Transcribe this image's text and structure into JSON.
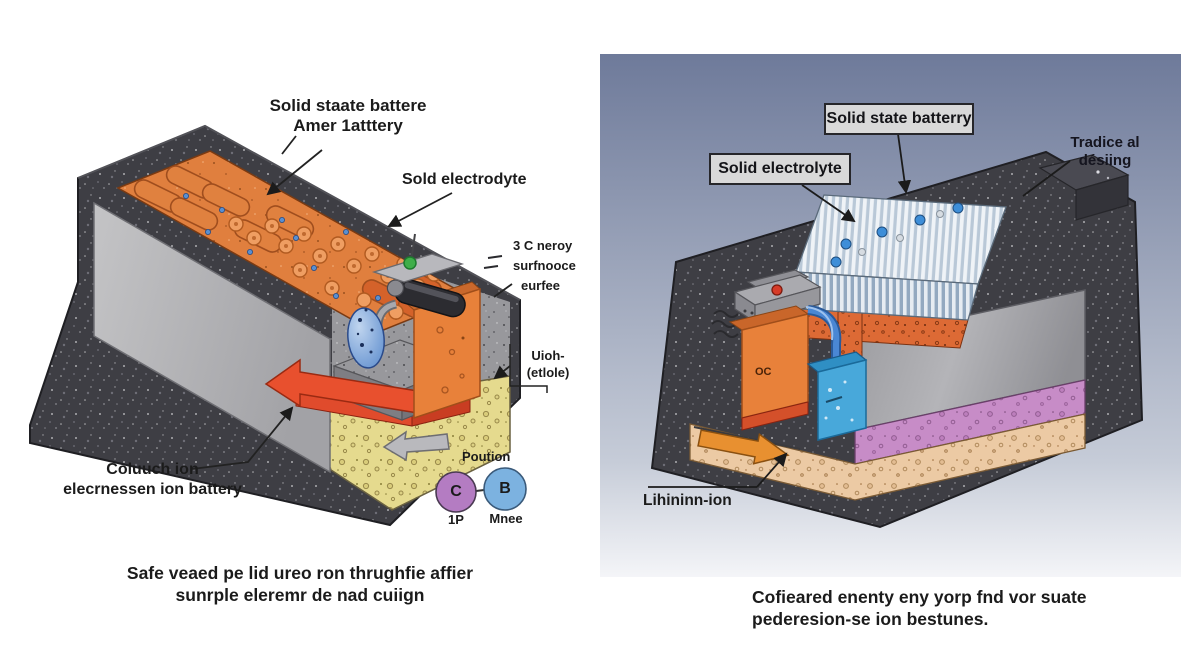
{
  "left_diagram": {
    "labels": {
      "top_line1": "Solid staate battere",
      "top_line2": "Amer 1atttery",
      "electrolyte": "Sold electrodyte",
      "note_line1": "3 C neroy",
      "note_line2": "surfnooce",
      "note_line3": "eurfee",
      "anode_line1": "Uioh-",
      "anode_line2": "(etlole)",
      "cathode_line1": "Coluuch ion",
      "cathode_line2": "elecrnessen ion battery",
      "legend_title": "Poution",
      "legend_left_letter": "C",
      "legend_right_letter": "B",
      "legend_left_sub": "1P",
      "legend_right_sub": "Mnee"
    },
    "caption": {
      "line1": "Safe veaed pe lid ureo ron thrughfie affier",
      "line2": "sunrple eleremr de nad cuiign"
    },
    "colors": {
      "casing": "#3e3e44",
      "inner_wall": "#b7b7ba",
      "cells": "#e07f3e",
      "separator_layer": "#e5da8e",
      "current_arrow": "#e8502e",
      "electrolyte_egg": "#6f9bd8",
      "module_box": "#e8813a",
      "legend_left": "#b47cc2",
      "legend_right": "#7cb2e0"
    }
  },
  "right_diagram": {
    "panel_colors": {
      "top": "#6e7a9a",
      "bottom": "#f4f5f8"
    },
    "labels": {
      "battery_box": "Solid state batterry",
      "electrolyte_box": "Solid electrolyte",
      "design_line1": "Tradice al",
      "design_line2": "désiing",
      "lithium": "Lihininn-ion",
      "module_text": "OC"
    },
    "caption": {
      "line1": "Cofieared enenty eny yorp fnd vor suate",
      "line2": "pederesion-se ion bestunes."
    },
    "colors": {
      "casing": "#3e3e44",
      "inner_block": "#a9a9ad",
      "stack_light": "#e6ecf2",
      "stack_dark": "#93a9c0",
      "electrode_layer": "#dd6a35",
      "purple_layer": "#c78cc7",
      "bottom_layer": "#eccaa4",
      "ion_sphere": "#3e8ed8",
      "flow_arrow": "#e89030",
      "orange_box": "#e8813a",
      "blue_box": "#48a8da"
    }
  }
}
